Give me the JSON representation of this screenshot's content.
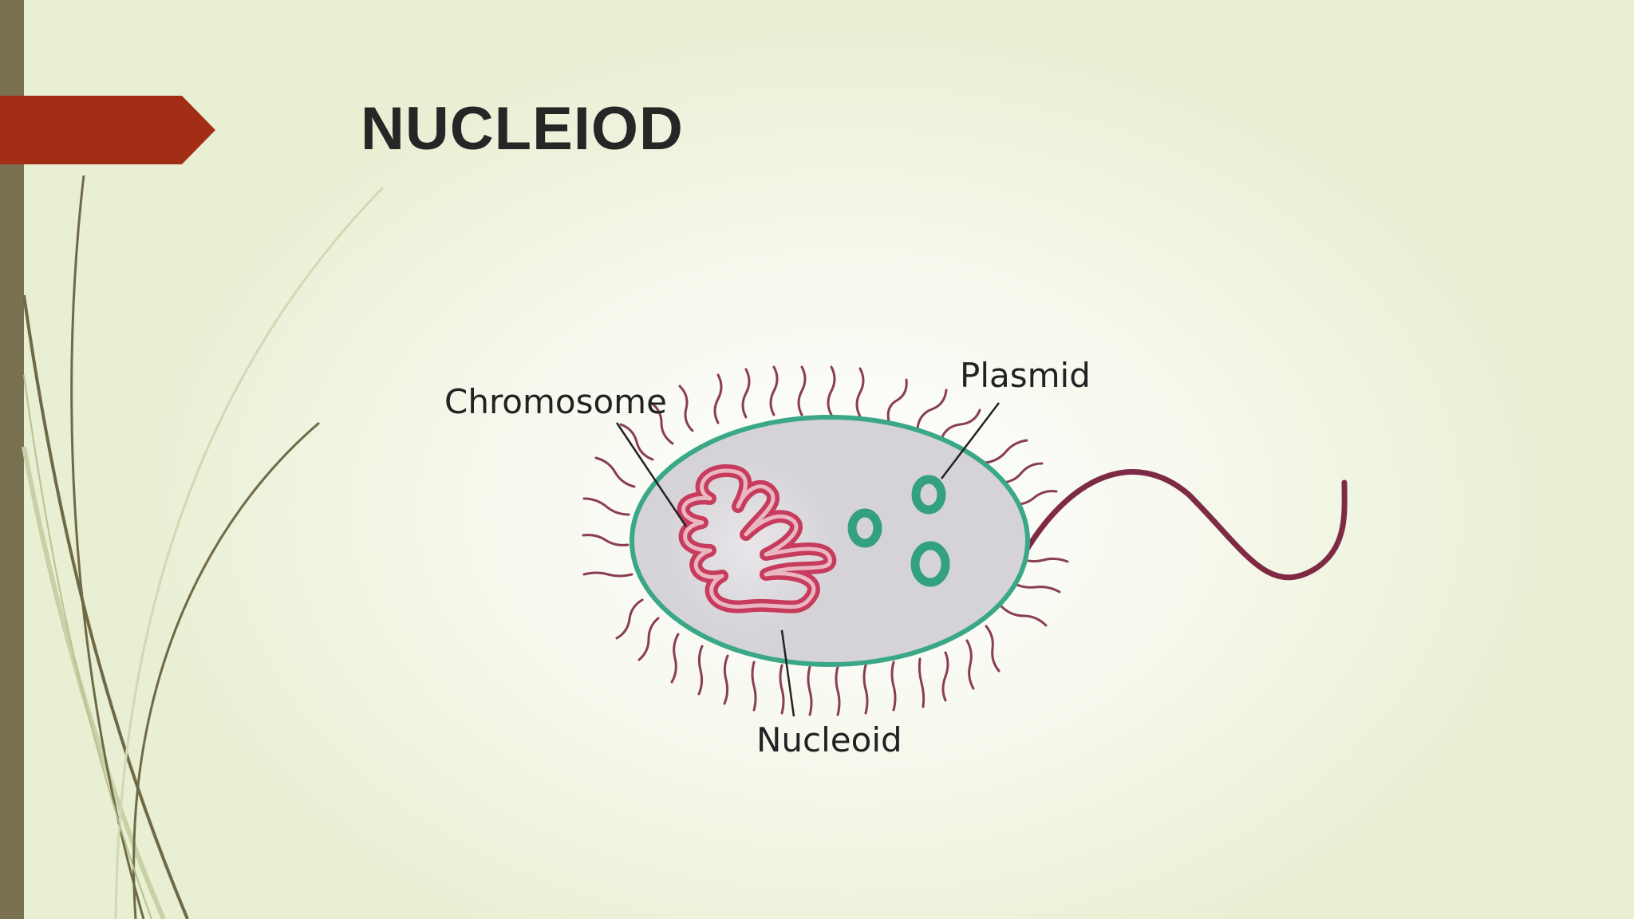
{
  "slide": {
    "title": "NUCLEIOD"
  },
  "diagram": {
    "labels": {
      "chromosome": "Chromosome",
      "plasmid": "Plasmid",
      "nucleoid": "Nucleoid"
    }
  },
  "colors": {
    "side_bar": "#7a7052",
    "title_arrow": "#a32e16",
    "cell_membrane": "#3aa887",
    "cytoplasm": "#d5d3d7",
    "chromosome": "#c73c5c",
    "plasmid": "#33a07e",
    "flagellum": "#7f2a44",
    "pili": "#8a3c56"
  }
}
